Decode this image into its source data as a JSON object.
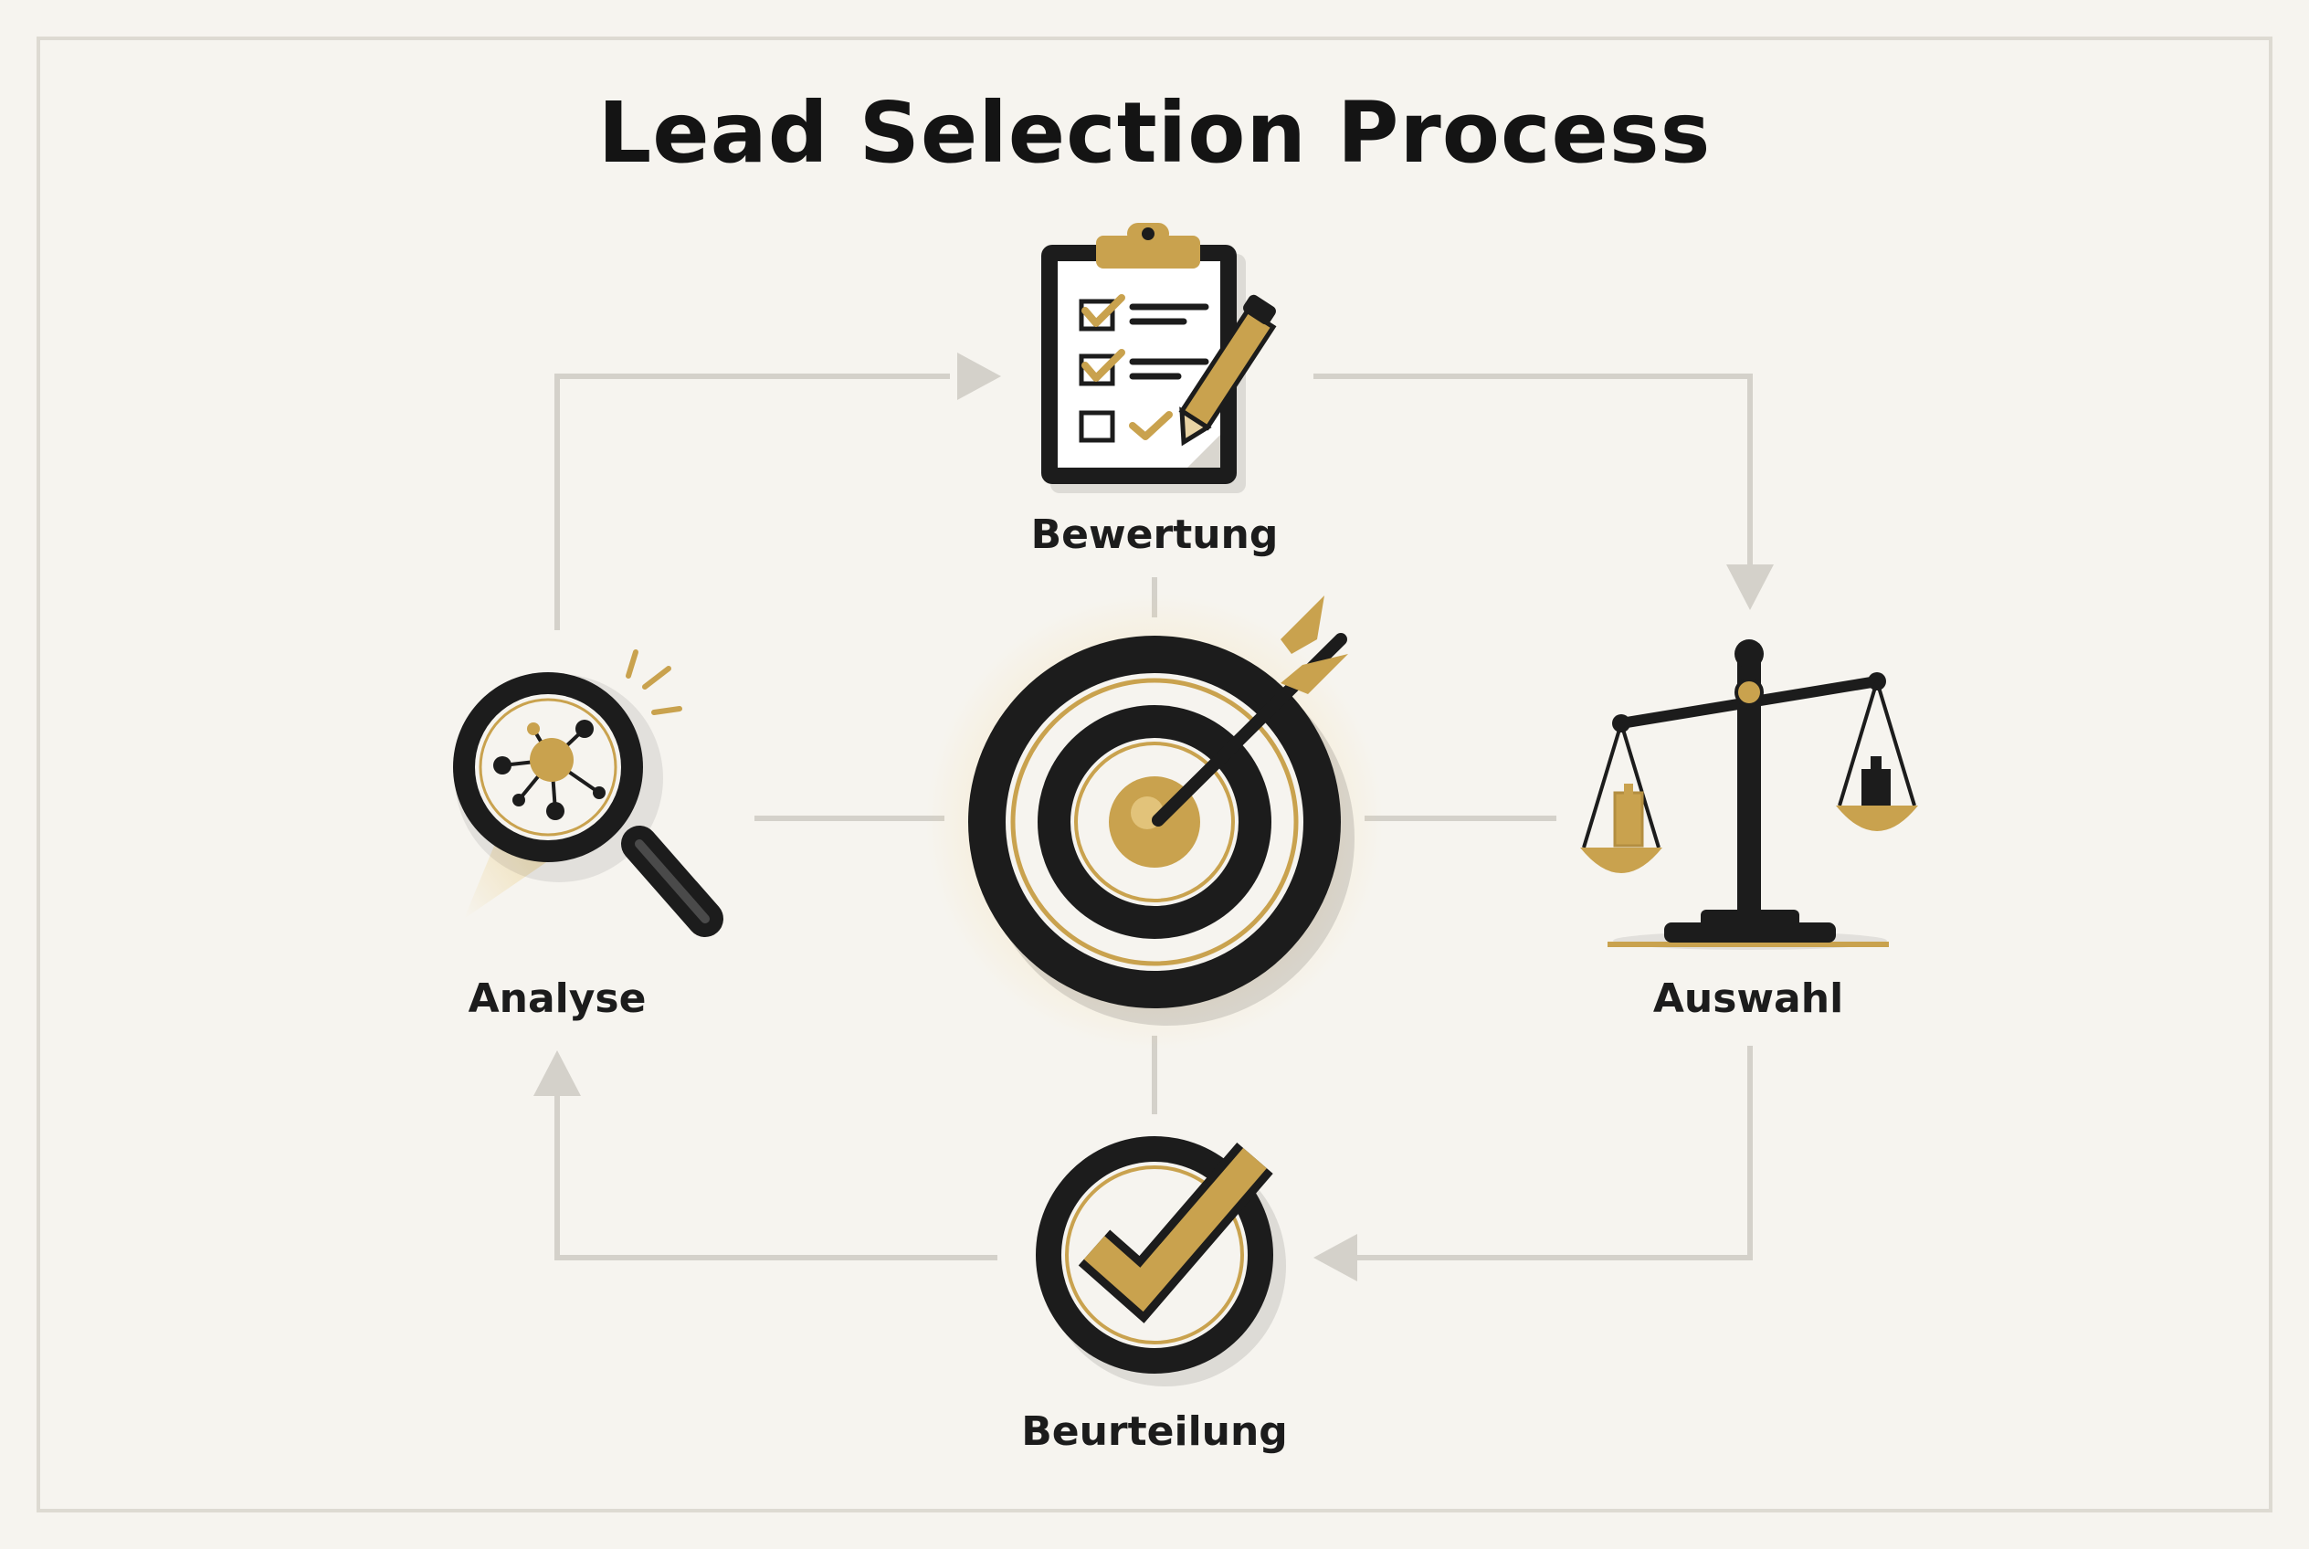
{
  "title": "Lead Selection Process",
  "steps": {
    "bewertung": "Bewertung",
    "auswahl": "Auswahl",
    "beurteilung": "Beurteilung",
    "analyse": "Analyse"
  },
  "icons": {
    "center": "target-icon",
    "bewertung": "clipboard-checklist-icon",
    "auswahl": "balance-scale-icon",
    "beurteilung": "checkmark-circle-icon",
    "analyse": "magnifying-glass-icon"
  },
  "colors": {
    "gold": "#c9a24e",
    "dark": "#1c1c1c",
    "connector": "#d4d1ca",
    "background": "#f6f4ef"
  }
}
